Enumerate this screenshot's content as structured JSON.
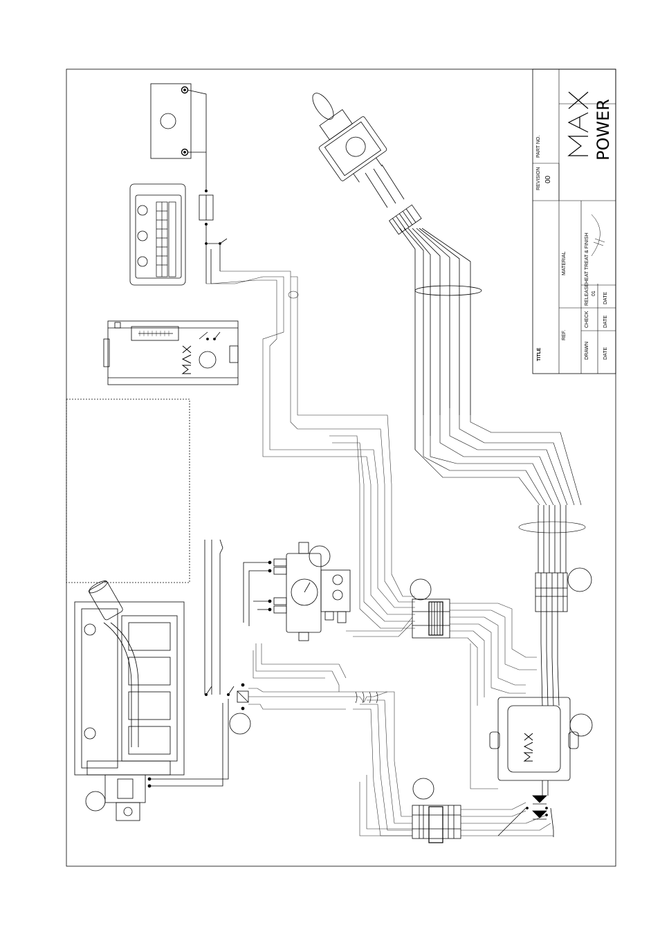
{
  "title_block": {
    "title_label": "TITLE",
    "ref_label": "REF.",
    "drawn_label": "DRAWN",
    "check_label": "CHECK",
    "release_label": "RELEASE",
    "release_value": "01",
    "date_label": "DATE",
    "material_label": "MATERIAL",
    "heat_treat_label": "HEAT TREAT & FINISH",
    "revision_label": "REVISION",
    "revision_value": "00",
    "part_no_label": "PART NO."
  },
  "brand": {
    "logo_text": "MAX",
    "product_word": "POWER"
  },
  "colors": {
    "line": "#000000",
    "paper": "#ffffff",
    "wire": "#222222"
  }
}
